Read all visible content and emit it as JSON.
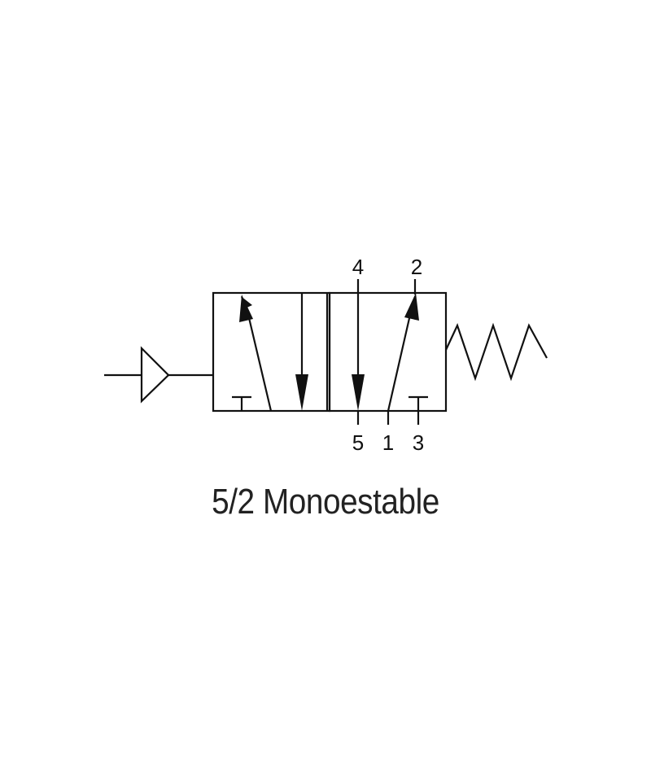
{
  "title": "5/2 Monoestable",
  "ports": {
    "port_4": "4",
    "port_2": "2",
    "port_5": "5",
    "port_1": "1",
    "port_3": "3"
  },
  "colors": {
    "line": "#111111",
    "background": "#ffffff"
  },
  "icons": {
    "actuator": "pneumatic-pilot-triangle-icon",
    "return": "spring-return-icon",
    "flow": "flow-arrow-icon",
    "blocked": "blocked-port-icon"
  }
}
